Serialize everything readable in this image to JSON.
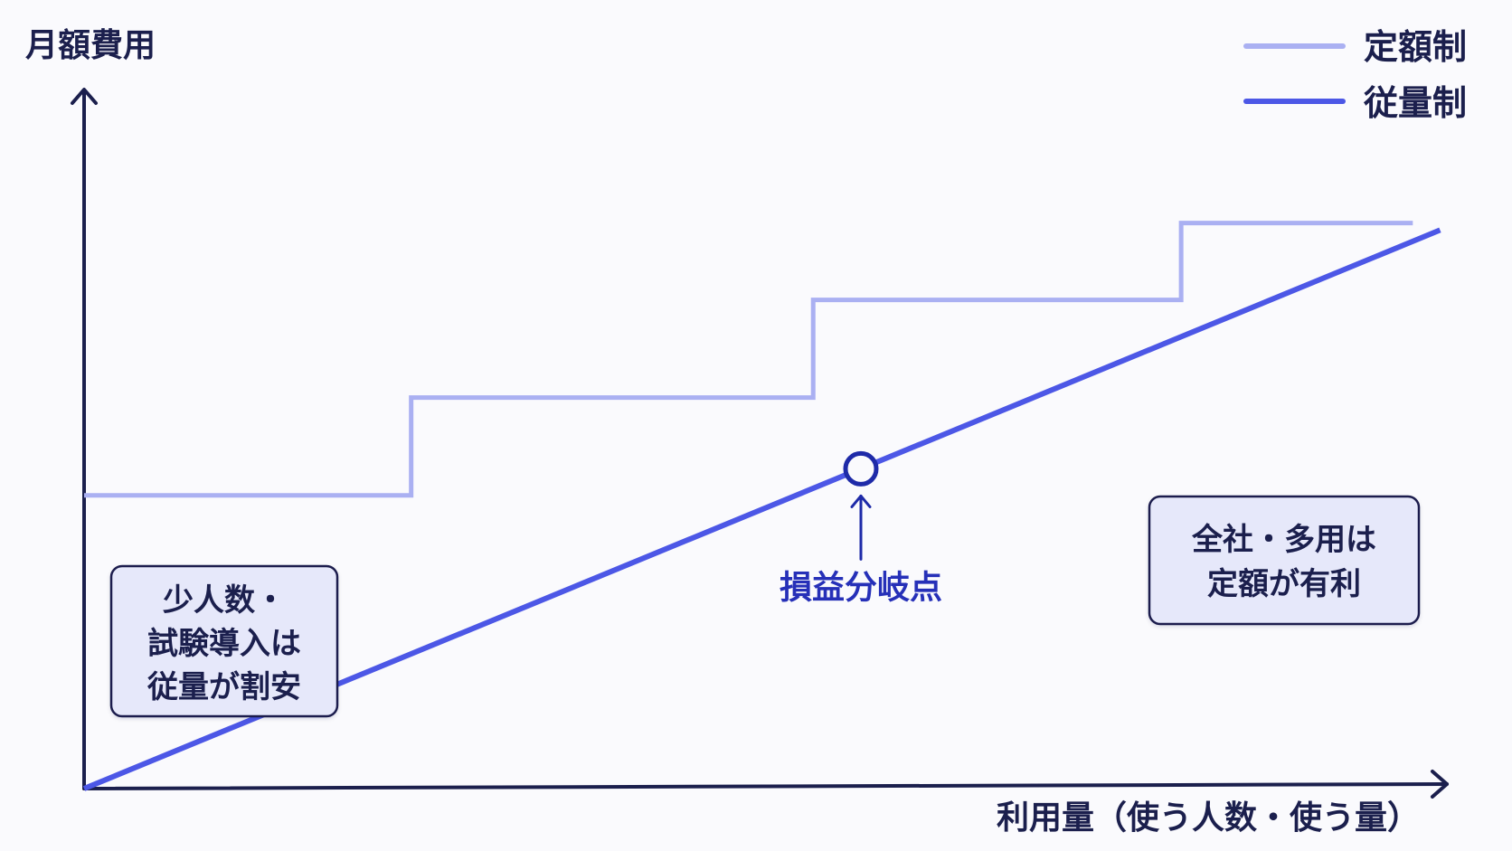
{
  "chart_data": {
    "type": "line",
    "ylabel": "月額費用",
    "xlabel": "利用量（使う人数・使う量）",
    "xlim": [
      0,
      100
    ],
    "ylim": [
      0,
      100
    ],
    "grid": false,
    "legend_position": "top-right",
    "series": [
      {
        "name": "定額制",
        "color": "#aab0f2",
        "style": "step",
        "points": [
          [
            0,
            42
          ],
          [
            24,
            42
          ],
          [
            24,
            56
          ],
          [
            53.5,
            56
          ],
          [
            53.5,
            70
          ],
          [
            80.5,
            70
          ],
          [
            80.5,
            81
          ],
          [
            97.5,
            81
          ]
        ]
      },
      {
        "name": "従量制",
        "color": "#4c57e6",
        "style": "line",
        "points": [
          [
            0,
            0
          ],
          [
            99.5,
            80
          ]
        ]
      }
    ],
    "break_even": {
      "label": "損益分岐点",
      "point": [
        57,
        45.8
      ],
      "color": "#2630b8"
    },
    "annotations": [
      {
        "lines": [
          "少人数・",
          "試験導入は",
          "従量が割安"
        ]
      },
      {
        "lines": [
          "全社・多用は",
          "定額が有利"
        ]
      }
    ]
  }
}
